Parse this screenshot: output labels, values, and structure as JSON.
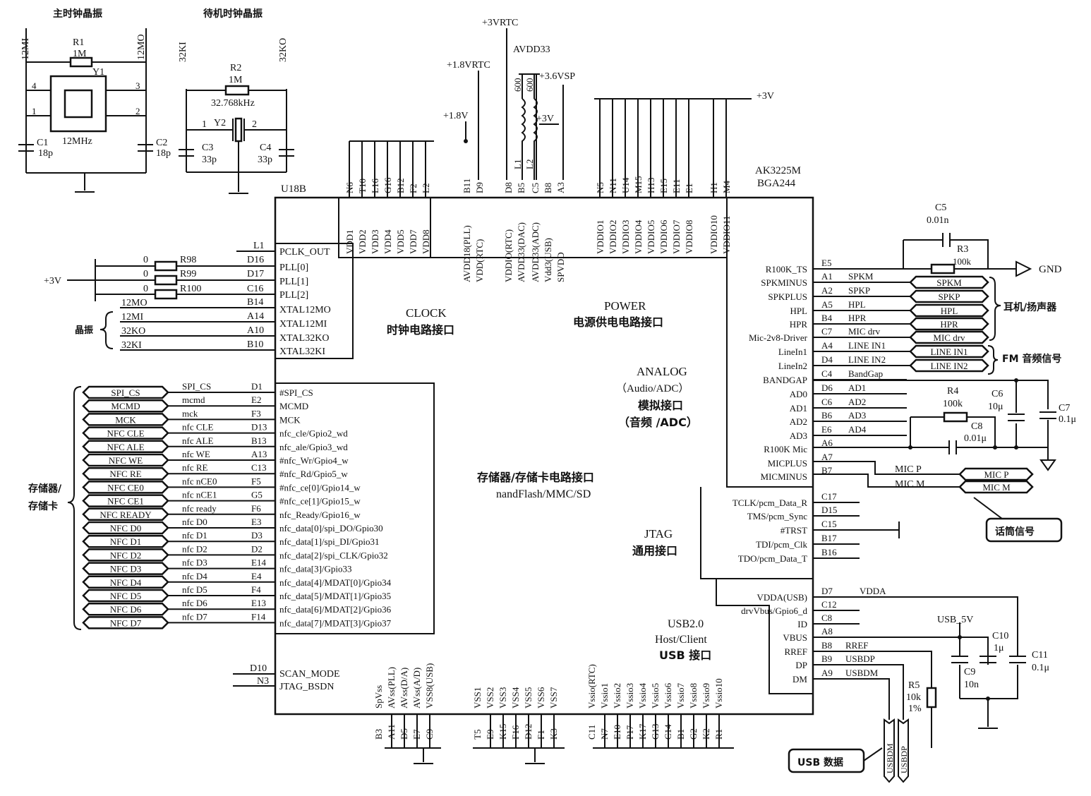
{
  "chip": {
    "ref": "U18B",
    "part": "AK3225M",
    "package": "BGA244",
    "sections": {
      "clock": "CLOCK",
      "clock_cn": "时钟电路接口",
      "power": "POWER",
      "power_cn": "电源供电电路接口",
      "analog": "ANALOG",
      "analog_sub": "（Audio/ADC）",
      "analog_cn": "模拟接口",
      "analog_cn2": "（音频 /ADC）",
      "storage_cn": "存储器/存储卡电路接口",
      "storage": "nandFlash/MMC/SD",
      "jtag": "JTAG",
      "jtag_cn": "通用接口",
      "usb": "USB2.0",
      "usb2": "Host/Client",
      "usb_cn": "USB 接口"
    }
  },
  "crystals": {
    "main_title": "主时钟晶振",
    "standby_title": "待机时钟晶振",
    "net_12mi": "12MI",
    "net_12mo": "12MO",
    "net_32ki": "32KI",
    "net_32ko": "32KO",
    "r1": "R1",
    "r1_val": "1M",
    "y1": "Y1",
    "y1_freq": "12MHz",
    "pin4": "4",
    "pin3": "3",
    "pin1": "1",
    "pin2": "2",
    "c1": "C1",
    "c1_val": "18p",
    "c2": "C2",
    "c2_val": "18p",
    "r2": "R2",
    "r2_val": "1M",
    "y2_freq": "32.768kHz",
    "y2": "Y2",
    "y2_p1": "1",
    "y2_p2": "2",
    "c3": "C3",
    "c3_val": "33p",
    "c4": "C4",
    "c4_val": "33p"
  },
  "clock_pins": [
    {
      "name": "PCLK_OUT",
      "ball": "L1",
      "ext": ""
    },
    {
      "name": "PLL[0]",
      "ball": "D16",
      "ext": "R98",
      "val": "0"
    },
    {
      "name": "PLL[1]",
      "ball": "D17",
      "ext": "R99",
      "val": "0"
    },
    {
      "name": "PLL[2]",
      "ball": "C16",
      "ext": "R100",
      "val": "0"
    },
    {
      "name": "XTAL12MO",
      "ball": "B14",
      "ext": "12MO"
    },
    {
      "name": "XTAL12MI",
      "ball": "A14",
      "ext": "12MI"
    },
    {
      "name": "XTAL32KO",
      "ball": "A10",
      "ext": "32KO"
    },
    {
      "name": "XTAL32KI",
      "ball": "B10",
      "ext": "32KI"
    }
  ],
  "clock_labels": {
    "vcc": "+3V",
    "group": "晶振"
  },
  "storage_pins": [
    {
      "name": "#SPI_CS",
      "ball": "D1",
      "net": "SPI_CS",
      "ext": "SPI_CS"
    },
    {
      "name": "MCMD",
      "ball": "E2",
      "net": "mcmd",
      "ext": "MCMD"
    },
    {
      "name": "MCK",
      "ball": "F3",
      "net": "mck",
      "ext": "MCK"
    },
    {
      "name": "nfc_cle/Gpio2_wd",
      "ball": "D13",
      "net": "nfc CLE",
      "ext": "NFC CLE"
    },
    {
      "name": "nfc_ale/Gpio3_wd",
      "ball": "B13",
      "net": "nfc ALE",
      "ext": "NFC ALE"
    },
    {
      "name": "#nfc_Wr/Gpio4_w",
      "ball": "A13",
      "net": "nfc WE",
      "ext": "NFC WE"
    },
    {
      "name": "#nfc_Rd/Gpio5_w",
      "ball": "C13",
      "net": "nfc RE",
      "ext": "NFC RE"
    },
    {
      "name": "#nfc_ce[0]/Gpio14_w",
      "ball": "F5",
      "net": "nfc nCE0",
      "ext": "NFC CE0"
    },
    {
      "name": "#nfc_ce[1]/Gpio15_w",
      "ball": "G5",
      "net": "nfc nCE1",
      "ext": "NFC CE1"
    },
    {
      "name": "nfc_Ready/Gpio16_w",
      "ball": "F6",
      "net": "nfc ready",
      "ext": "NFC READY"
    },
    {
      "name": "nfc_data[0]/spi_DO/Gpio30",
      "ball": "E3",
      "net": "nfc D0",
      "ext": "NFC D0"
    },
    {
      "name": "nfc_data[1]/spi_DI/Gpio31",
      "ball": "D3",
      "net": "nfc D1",
      "ext": "NFC D1"
    },
    {
      "name": "nfc_data[2]/spi_CLK/Gpio32",
      "ball": "D2",
      "net": "nfc D2",
      "ext": "NFC D2"
    },
    {
      "name": "nfc_data[3]/Gpio33",
      "ball": "E14",
      "net": "nfc D3",
      "ext": "NFC D3"
    },
    {
      "name": "nfc_data[4]/MDAT[0]/Gpio34",
      "ball": "E4",
      "net": "nfc D4",
      "ext": "NFC D4"
    },
    {
      "name": "nfc_data[5]/MDAT[1]/Gpio35",
      "ball": "F4",
      "net": "nfc D5",
      "ext": "NFC D5"
    },
    {
      "name": "nfc_data[6]/MDAT[2]/Gpio36",
      "ball": "E13",
      "net": "nfc D6",
      "ext": "NFC D6"
    },
    {
      "name": "nfc_data[7]/MDAT[3]/Gpio37",
      "ball": "F14",
      "net": "nfc D7",
      "ext": "NFC D7"
    }
  ],
  "storage_labels": {
    "group1": "存储器/",
    "group2": "存储卡"
  },
  "misc_pins": [
    {
      "name": "SCAN_MODE",
      "ball": "D10"
    },
    {
      "name": "JTAG_BSDN",
      "ball": "N3"
    }
  ],
  "power_top": {
    "rail_3vrtc": "+3VRTC",
    "rail_18vrtc": "+1.8VRTC",
    "rail_avdd33": "AVDD33",
    "rail_36vsp": "+3.6VSP",
    "rail_18v": "+1.8V",
    "rail_3v_l": "+3V",
    "rail_3v_r": "+3V",
    "l1": "L1",
    "l1_val": "600",
    "l2": "L2",
    "l2_val": "600",
    "pins": [
      {
        "ball": "N6",
        "name": "VDD1"
      },
      {
        "ball": "T10",
        "name": "VDD2"
      },
      {
        "ball": "L16",
        "name": "VDD3"
      },
      {
        "ball": "G16",
        "name": "VDD4"
      },
      {
        "ball": "B12",
        "name": "VDD5"
      },
      {
        "ball": "F2",
        "name": "VDD7"
      },
      {
        "ball": "L2",
        "name": "VDD8"
      },
      {
        "ball": "B11",
        "name": "AVDD18(PLL)"
      },
      {
        "ball": "D9",
        "name": "VDD(RTC)"
      },
      {
        "ball": "D8",
        "name": "VDDIO(RTC)"
      },
      {
        "ball": "B5",
        "name": "AVDD33(DAC)"
      },
      {
        "ball": "C5",
        "name": "AVDD33(ADC)"
      },
      {
        "ball": "B8",
        "name": "Vdd3(USB)"
      },
      {
        "ball": "A3",
        "name": "SPVDD"
      },
      {
        "ball": "N5",
        "name": "VDDIO1"
      },
      {
        "ball": "N11",
        "name": "VDDIO2"
      },
      {
        "ball": "U14",
        "name": "VDDIO3"
      },
      {
        "ball": "M15",
        "name": "VDDIO4"
      },
      {
        "ball": "H13",
        "name": "VDDIO5"
      },
      {
        "ball": "E15",
        "name": "VDDIO6"
      },
      {
        "ball": "E11",
        "name": "VDDIO7"
      },
      {
        "ball": "E1",
        "name": "VDDIO8"
      },
      {
        "ball": "H1",
        "name": "VDDIO10"
      },
      {
        "ball": "M4",
        "name": "VDDIO11"
      }
    ]
  },
  "ground_bottom": [
    {
      "ball": "B3",
      "name": "SpVss"
    },
    {
      "ball": "A11",
      "name": "AVss(PLL)"
    },
    {
      "ball": "D5",
      "name": "AVss(D/A)"
    },
    {
      "ball": "E7",
      "name": "AVss(A/D)"
    },
    {
      "ball": "C9",
      "name": "VSS8(USB)"
    },
    {
      "ball": "T5",
      "name": "VSS1"
    },
    {
      "ball": "E9",
      "name": "VSS2"
    },
    {
      "ball": "K15",
      "name": "VSS3"
    },
    {
      "ball": "F16",
      "name": "VSS4"
    },
    {
      "ball": "D12",
      "name": "VSS5"
    },
    {
      "ball": "F1",
      "name": "VSS6"
    },
    {
      "ball": "K3",
      "name": "VSS7"
    },
    {
      "ball": "C11",
      "name": "Vssio(RTC)"
    },
    {
      "ball": "N7",
      "name": "Vssio1"
    },
    {
      "ball": "E10",
      "name": "Vssio2"
    },
    {
      "ball": "P17",
      "name": "Vssio3"
    },
    {
      "ball": "K17",
      "name": "Vssio4"
    },
    {
      "ball": "G13",
      "name": "Vssio5"
    },
    {
      "ball": "C14",
      "name": "Vssio6"
    },
    {
      "ball": "B1",
      "name": "Vssio7"
    },
    {
      "ball": "G2",
      "name": "Vssio8"
    },
    {
      "ball": "K2",
      "name": "Vssio9"
    },
    {
      "ball": "R1",
      "name": "Vssio10"
    }
  ],
  "analog_pins": [
    {
      "name": "R100K_TS",
      "ball": "E5",
      "net": ""
    },
    {
      "name": "SPKMINUS",
      "ball": "A1",
      "net": "SPKM"
    },
    {
      "name": "SPKPLUS",
      "ball": "A2",
      "net": "SPKP"
    },
    {
      "name": "HPL",
      "ball": "A5",
      "net": "HPL"
    },
    {
      "name": "HPR",
      "ball": "B4",
      "net": "HPR"
    },
    {
      "name": "Mic-2v8-Driver",
      "ball": "C7",
      "net": "MIC drv"
    },
    {
      "name": "LineIn1",
      "ball": "A4",
      "net": "LINE IN1"
    },
    {
      "name": "LineIn2",
      "ball": "D4",
      "net": "LINE IN2"
    },
    {
      "name": "BANDGAP",
      "ball": "C4",
      "net": "BandGap"
    },
    {
      "name": "AD0",
      "ball": "D6",
      "net": "AD1"
    },
    {
      "name": "AD1",
      "ball": "C6",
      "net": "AD2"
    },
    {
      "name": "AD2",
      "ball": "B6",
      "net": "AD3"
    },
    {
      "name": "AD3",
      "ball": "E6",
      "net": "AD4"
    },
    {
      "name": "R100K Mic",
      "ball": "A6",
      "net": ""
    },
    {
      "name": "MICPLUS",
      "ball": "A7",
      "net": ""
    },
    {
      "name": "MICMINUS",
      "ball": "B7",
      "net": ""
    }
  ],
  "analog_ext": {
    "spk": [
      "SPKM",
      "SPKP",
      "HPL",
      "HPR",
      "MIC drv"
    ],
    "spk_group": "耳机/扬声器",
    "fm": [
      "LINE IN1",
      "LINE IN2"
    ],
    "fm_group": "FM 音频信号",
    "c5": "C5",
    "c5_val": "0.01n",
    "r3": "R3",
    "r3_val": "100k",
    "gnd": "GND",
    "r4": "R4",
    "r4_val": "100k",
    "c6": "C6",
    "c6_val": "10μ",
    "c7": "C7",
    "c7_val": "0.1μ",
    "c8": "C8",
    "c8_val": "0.01μ",
    "mic_p": "MIC P",
    "mic_m": "MIC M",
    "mic_group": "话筒信号"
  },
  "jtag_pins": [
    {
      "name": "TCLK/pcm_Data_R",
      "ball": "C17"
    },
    {
      "name": "TMS/pcm_Sync",
      "ball": "D15"
    },
    {
      "name": "#TRST",
      "ball": "C15"
    },
    {
      "name": "TDI/pcm_Clk",
      "ball": "B17"
    },
    {
      "name": "TDO/pcm_Data_T",
      "ball": "B16"
    }
  ],
  "usb_pins": [
    {
      "name": "VDDA(USB)",
      "ball": "D7",
      "net": "VDDA"
    },
    {
      "name": "drvVbus/Gpio6_d",
      "ball": "C12",
      "net": ""
    },
    {
      "name": "ID",
      "ball": "C8",
      "net": ""
    },
    {
      "name": "VBUS",
      "ball": "A8",
      "net": ""
    },
    {
      "name": "RREF",
      "ball": "B8",
      "net": "RREF"
    },
    {
      "name": "DP",
      "ball": "B9",
      "net": "USBDP"
    },
    {
      "name": "DM",
      "ball": "A9",
      "net": "USBDM"
    }
  ],
  "usb_ext": {
    "usb5v": "USB_5V",
    "c9": "C9",
    "c9_val": "10n",
    "c10": "C10",
    "c10_val": "1μ",
    "c11": "C11",
    "c11_val": "0.1μ",
    "r5": "R5",
    "r5_val": "10k",
    "r5_tol": "1%",
    "usbdm": "USBDM",
    "usbdp": "USBDP",
    "group": "USB 数据"
  }
}
